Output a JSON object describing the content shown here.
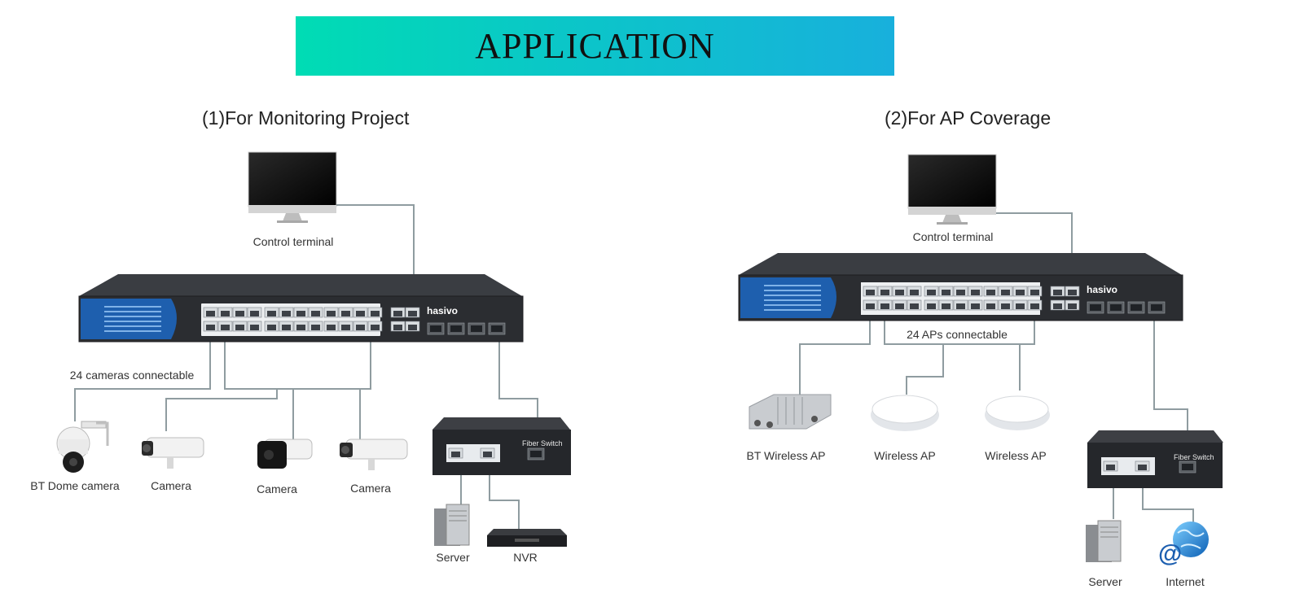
{
  "banner": {
    "title": "APPLICATION"
  },
  "left": {
    "title": "(1)For Monitoring Project",
    "control_terminal": "Control terminal",
    "switch_brand": "hasivo",
    "cameras_note": "24 cameras connectable",
    "fiber_switch": "Fiber Switch",
    "devices": {
      "dome": "BT Dome camera",
      "camera1": "Camera",
      "camera2": "Camera",
      "camera3": "Camera",
      "server": "Server",
      "nvr": "NVR"
    }
  },
  "right": {
    "title": "(2)For AP Coverage",
    "control_terminal": "Control terminal",
    "switch_brand": "hasivo",
    "aps_note": "24 APs connectable",
    "fiber_switch": "Fiber Switch",
    "devices": {
      "bt_ap": "BT Wireless AP",
      "ap1": "Wireless AP",
      "ap2": "Wireless AP",
      "server": "Server",
      "internet": "Internet"
    }
  },
  "colors": {
    "banner_start": "#00dcb4",
    "banner_end": "#18b0dc",
    "switch_body": "#2b2d31",
    "switch_panel": "#1e5fae",
    "connector_line": "#8f9ca0"
  }
}
